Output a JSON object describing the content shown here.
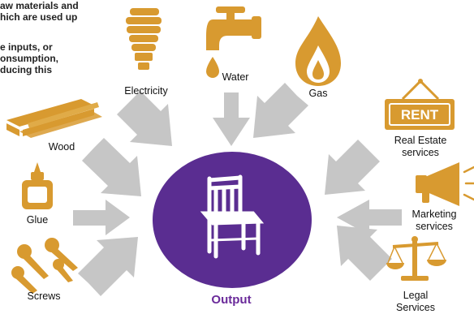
{
  "intro_fragments": [
    "aw materials and",
    "hich are used up",
    "e inputs, or",
    "onsumption,",
    "ducing this"
  ],
  "inputs": {
    "electricity": "Electricity",
    "water": "Water",
    "gas": "Gas",
    "wood": "Wood",
    "glue": "Glue",
    "screws": "Screws",
    "real_estate_l1": "Real Estate",
    "real_estate_l2": "services",
    "marketing_l1": "Marketing",
    "marketing_l2": "services",
    "legal_l1": "Legal",
    "legal_l2": "Services"
  },
  "rent_sign": "RENT",
  "output_label": "Output",
  "colors": {
    "icon": "#d89a30",
    "arrow": "#c6c6c6",
    "output": "#5a2d91"
  }
}
